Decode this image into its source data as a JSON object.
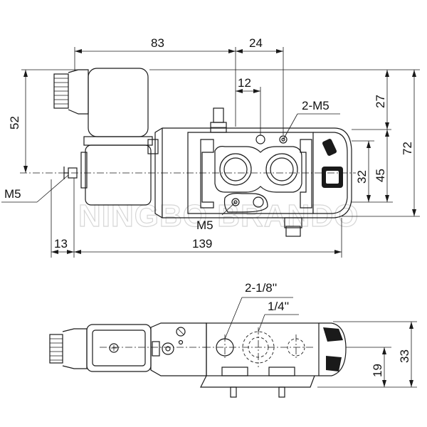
{
  "dimensions": {
    "top_83": "83",
    "top_24": "24",
    "top_12": "12",
    "left_52": "52",
    "right_27": "27",
    "right_72": "72",
    "right_32": "32",
    "right_45": "45",
    "bottom_13": "13",
    "bottom_139": "139",
    "side_33": "33",
    "side_19": "19"
  },
  "callouts": {
    "m5_top": "2-M5",
    "m5_left": "M5",
    "m5_bottom": "M5",
    "port_18": "2-1/8''",
    "port_14": "1/4''"
  },
  "watermark": "NINGBO BRANDO",
  "colors": {
    "line": "#1a1a1a",
    "watermark": "#d6d6d6",
    "background": "#ffffff"
  }
}
